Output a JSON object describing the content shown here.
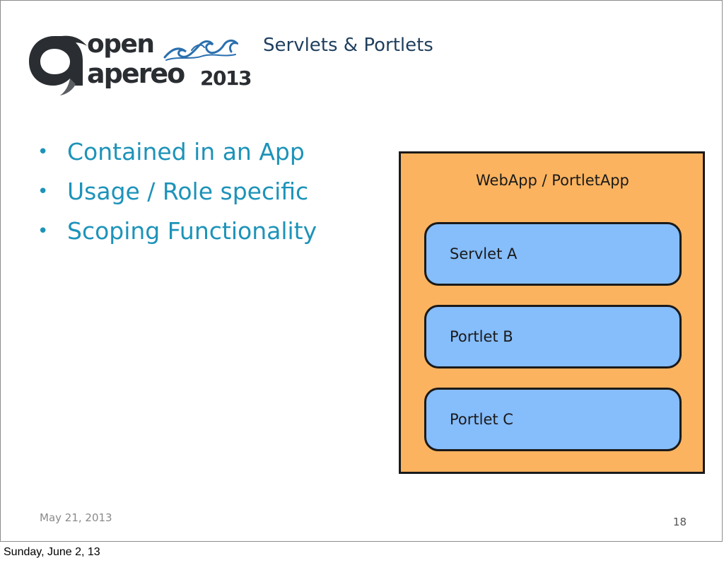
{
  "logo": {
    "word_open": "open",
    "word_apereo": "apereo",
    "year": "2013",
    "icon": "apereo-swoosh-icon",
    "colors": {
      "dark": "#2a2d31",
      "wave": "#2a6fae"
    }
  },
  "slide": {
    "title": "Servlets & Portlets",
    "bullets": [
      "Contained in an App",
      "Usage / Role specific",
      "Scoping Functionality"
    ],
    "bullet_glyph": "•",
    "diagram": {
      "container_label": "WebApp / PortletApp",
      "components": [
        "Servlet A",
        "Portlet B",
        "Portlet C"
      ],
      "colors": {
        "container_fill": "#fbb35f",
        "component_fill": "#86bdfb",
        "outline": "#1a1a1a"
      }
    },
    "footer_date": "May 21, 2013",
    "page_number": "18"
  },
  "colors": {
    "title": "#1f3f5e",
    "bullet_text": "#1d93b9"
  },
  "print_footer": "Sunday, June 2, 13"
}
